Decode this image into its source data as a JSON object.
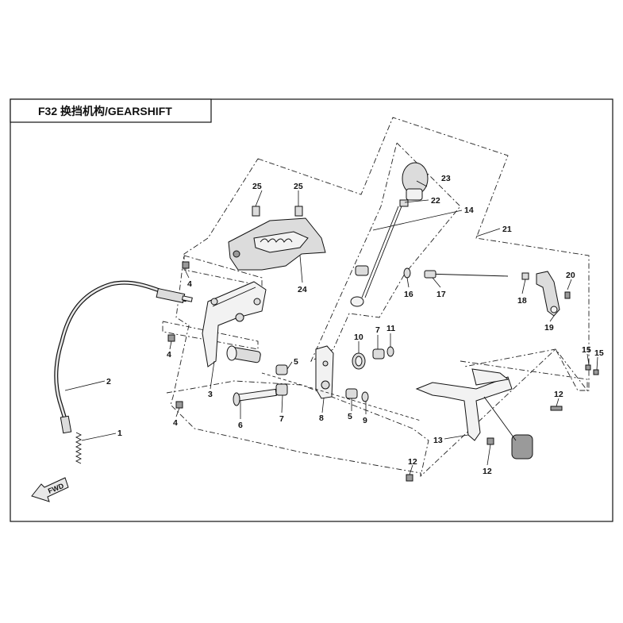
{
  "title": "F32 换挡机构/GEARSHIFT",
  "fwd_label": "FWD",
  "callouts": [
    "1",
    "2",
    "3",
    "4",
    "4",
    "4",
    "5",
    "5",
    "6",
    "7",
    "7",
    "8",
    "9",
    "10",
    "11",
    "12",
    "12",
    "12",
    "13",
    "14",
    "15",
    "15",
    "16",
    "17",
    "18",
    "19",
    "20",
    "21",
    "22",
    "23",
    "24",
    "25",
    "25"
  ]
}
